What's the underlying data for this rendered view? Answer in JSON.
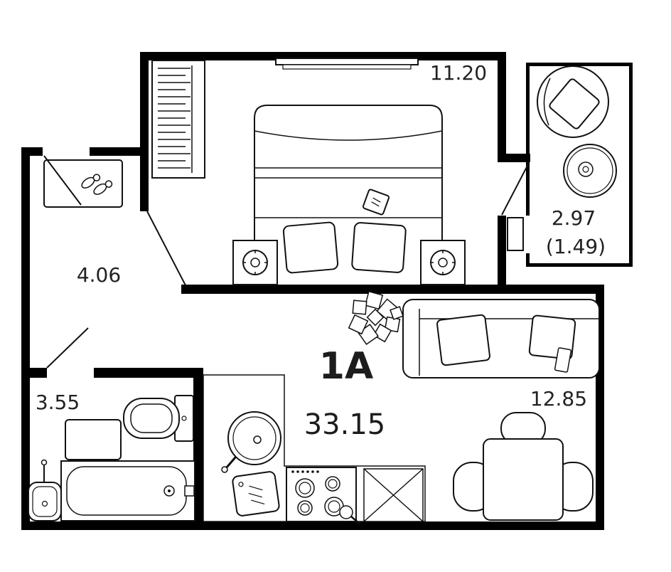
{
  "plan": {
    "unit": {
      "name": "1A",
      "total_area": "33.15"
    },
    "rooms": {
      "bedroom": {
        "area": "11.20",
        "furniture": [
          "double-bed",
          "wardrobe",
          "nightstand-left",
          "nightstand-right",
          "window-pelmet"
        ]
      },
      "balcony": {
        "area": "2.97",
        "area_reduced": "(1.49)",
        "furniture": [
          "round-chair",
          "round-table"
        ]
      },
      "hall": {
        "area": "4.06",
        "furniture": [
          "shoe-cabinet",
          "shoes"
        ]
      },
      "bathroom": {
        "area": "3.55",
        "furniture": [
          "toilet",
          "cabinet",
          "bathtub",
          "sink"
        ]
      },
      "living_kitchen": {
        "area": "12.85",
        "furniture": [
          "sofa",
          "plant",
          "dining-table",
          "dining-chairs",
          "kitchen-counter",
          "round-sink",
          "cutting-board",
          "stove",
          "counter-appliance"
        ]
      }
    },
    "colors": {
      "wall": "#000000",
      "line": "#111111",
      "text": "#222222",
      "background": "#ffffff"
    }
  }
}
